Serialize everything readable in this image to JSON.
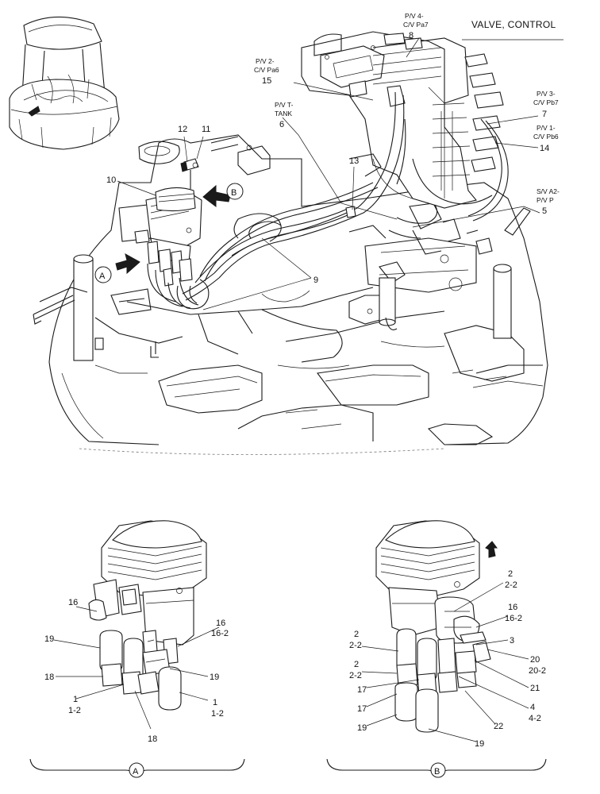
{
  "title": "VALVE, CONTROL",
  "main_callouts": {
    "pv4": [
      "P/V 4-",
      "C/V Pa7"
    ],
    "n8": "8",
    "pv2": [
      "P/V 2-",
      "C/V Pa6"
    ],
    "n15": "15",
    "pvt": [
      "P/V T-",
      "TANK"
    ],
    "n6": "6",
    "pv3": [
      "P/V 3-",
      "C/V Pb7"
    ],
    "n7": "7",
    "pv1": [
      "P/V 1-",
      "C/V Pb6"
    ],
    "n14": "14",
    "n12": "12",
    "n11": "11",
    "n13": "13",
    "n10": "10",
    "view_b": "B",
    "sva2": [
      "S/V A2-",
      "P/V P"
    ],
    "n5": "5",
    "view_a": "A",
    "n9": "9"
  },
  "detail_a": {
    "view_label": "A",
    "callouts": {
      "n16": "16",
      "n16b": "16",
      "n16_2": "16-2",
      "n19a": "19",
      "n19b": "19",
      "n18a": "18",
      "n18b": "18",
      "n1a": "1",
      "n1_2a": "1-2",
      "n1b": "1",
      "n1_2b": "1-2"
    }
  },
  "detail_b": {
    "view_label": "B",
    "callouts": {
      "n2a": "2",
      "n2_2a": "2-2",
      "n16": "16",
      "n16_2": "16-2",
      "n2b": "2",
      "n2_2b": "2-2",
      "n3": "3",
      "n2c": "2",
      "n2_2c": "2-2",
      "n20": "20",
      "n20_2": "20-2",
      "n17a": "17",
      "n21": "21",
      "n17b": "17",
      "n4": "4",
      "n4_2": "4-2",
      "n19a": "19",
      "n22": "22",
      "n19b": "19"
    }
  }
}
